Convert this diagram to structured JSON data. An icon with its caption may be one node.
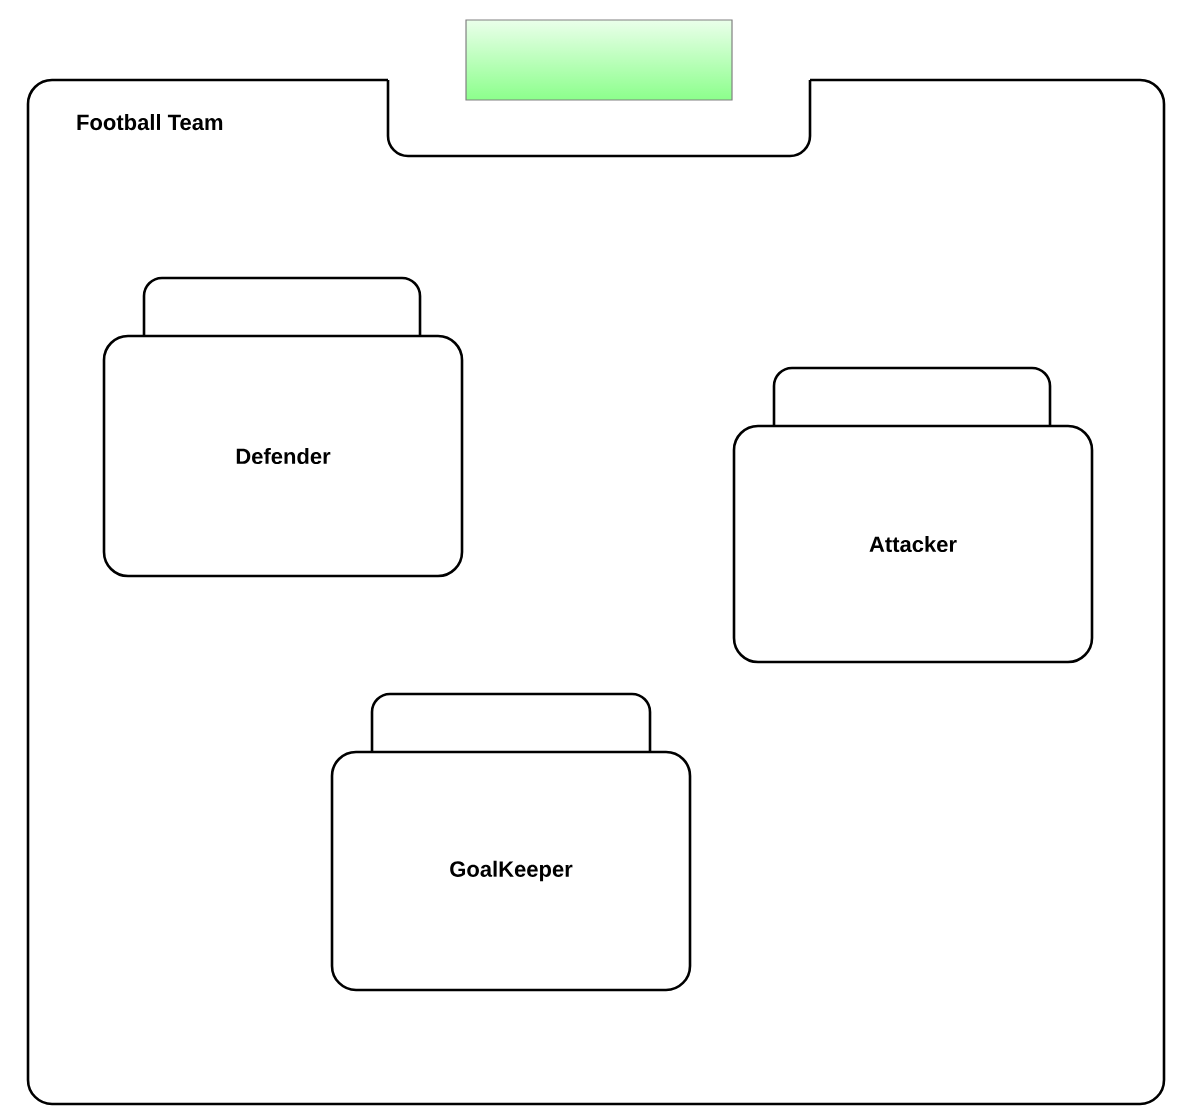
{
  "diagram": {
    "nodes": [
      {
        "text": [
          "Football Team"
        ]
      },
      {
        "text": [
          "Defender"
        ],
        "in": 0
      },
      {
        "text": [
          "Attacker"
        ],
        "in": 0
      },
      {
        "text": [
          "GoalKeeper"
        ],
        "in": 0
      }
    ]
  }
}
